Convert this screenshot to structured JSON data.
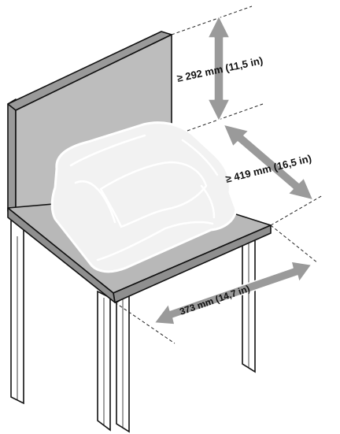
{
  "dimensions": {
    "backrest_height": "≥ 292 mm (11,5 in)",
    "seat_depth": "≥ 419 mm (16,5 in)",
    "seat_width": "373 mm (14,7 in)"
  },
  "colors": {
    "outline": "#111111",
    "backrest_face": "#bdbdbd",
    "backrest_edge": "#9a9a9a",
    "seat_top": "#b8b8b8",
    "seat_edge": "#8f8f8f",
    "leg_fill": "#ffffff",
    "booster_fill": "#f2f2f2",
    "booster_outline": "#ffffff",
    "arrow_fill": "#9a9a9a",
    "arrow_outline": "#ffffff",
    "dash": "#222222"
  }
}
